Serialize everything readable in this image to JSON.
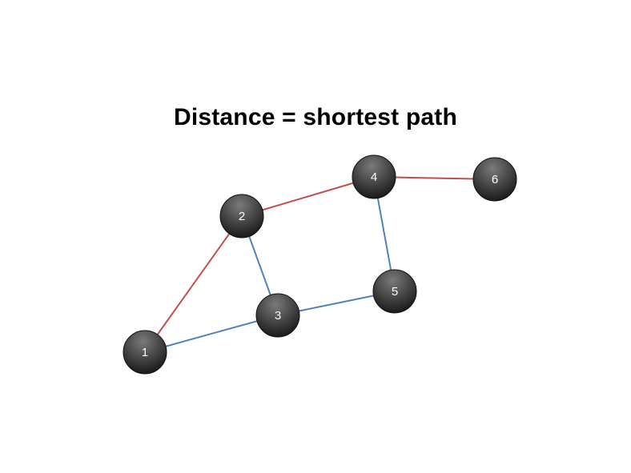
{
  "title": "Distance = shortest path",
  "colors": {
    "path_edge": "#c0504d",
    "other_edge": "#4f81bd",
    "node_dark": "#1a1a1a",
    "node_light": "#7a7a7a",
    "label": "#ffffff"
  },
  "nodes": [
    {
      "id": "1",
      "label": "1"
    },
    {
      "id": "2",
      "label": "2"
    },
    {
      "id": "3",
      "label": "3"
    },
    {
      "id": "4",
      "label": "4"
    },
    {
      "id": "5",
      "label": "5"
    },
    {
      "id": "6",
      "label": "6"
    }
  ],
  "edges": [
    {
      "from": "1",
      "to": "2",
      "kind": "path_edge"
    },
    {
      "from": "2",
      "to": "4",
      "kind": "path_edge"
    },
    {
      "from": "4",
      "to": "6",
      "kind": "path_edge"
    },
    {
      "from": "1",
      "to": "3",
      "kind": "other_edge"
    },
    {
      "from": "2",
      "to": "3",
      "kind": "other_edge"
    },
    {
      "from": "3",
      "to": "5",
      "kind": "other_edge"
    },
    {
      "from": "4",
      "to": "5",
      "kind": "other_edge"
    }
  ]
}
